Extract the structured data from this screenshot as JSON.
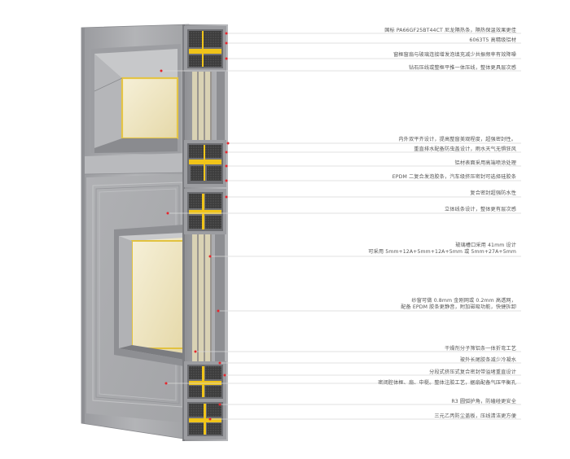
{
  "callouts": [
    {
      "id": "c1",
      "text": "国标 PA66GF25BT44CT 尼龙隔热条，隔热保温效果更佳"
    },
    {
      "id": "c2",
      "text": "6063T5 高精级铝材"
    },
    {
      "id": "c3",
      "text": "窗框窗扇与玻璃连接增发泡填充减少共振频率有效降噪"
    },
    {
      "id": "c4",
      "text": "钻石压线或整框平推一体压线，整体更具层次感"
    },
    {
      "id": "c5",
      "text": "内外双平齐设计，提高整窗美观程度，超强密封性。"
    },
    {
      "id": "c6",
      "text": "重直排水配备防虫盖设计，雨水天气无惧狂风"
    },
    {
      "id": "c7",
      "text": "铝材表面采用高端喷涂处理"
    },
    {
      "id": "c8",
      "text": "EPDM 二复合发泡胶条，汽车级挤压密封可选择硅胶条"
    },
    {
      "id": "c9",
      "text": "复合密封超强防水性"
    },
    {
      "id": "c10",
      "text": "立体线条设计，整体更有层次感"
    },
    {
      "id": "c11",
      "line1": "玻璃槽口采用 41mm 设计",
      "line2": "可采用 5mm+12A+5mm+12A+5mm 或 5mm+27A+5mm"
    },
    {
      "id": "c12",
      "line1": "纱窗可做 0.8mm 金刚网或 0.2mm 高透网，",
      "line2": "配备 EPDM 胶条更静音，附加磁吸功能，快捷拆卸"
    },
    {
      "id": "c13",
      "text": "干燥剂分子筛铝条一体折弯工艺"
    },
    {
      "id": "c14",
      "text": "玻外长尾胶条减少冷凝水"
    },
    {
      "id": "c15",
      "text": "分段式挤压式复合密封带溢堵重直设计"
    },
    {
      "id": "c16",
      "text": "密闭腔体框、扇、中梃。整体注胶工艺，据扇配备气压平衡孔"
    },
    {
      "id": "c17",
      "text": "R3 圆弧护角，防磕碰更安全"
    },
    {
      "id": "c18",
      "text": "三元乙丙防尘盖板，压线清洁更方便"
    }
  ],
  "colors": {
    "frame": "#a9aaad",
    "frame_dark": "#7f8085",
    "frame_light": "#c9cacc",
    "thermal_break": "#f0c419",
    "foam": "#3f3f3f",
    "marker": "#e6262d",
    "leader": "#d9d9d9",
    "glass": "#f2e8c6"
  }
}
